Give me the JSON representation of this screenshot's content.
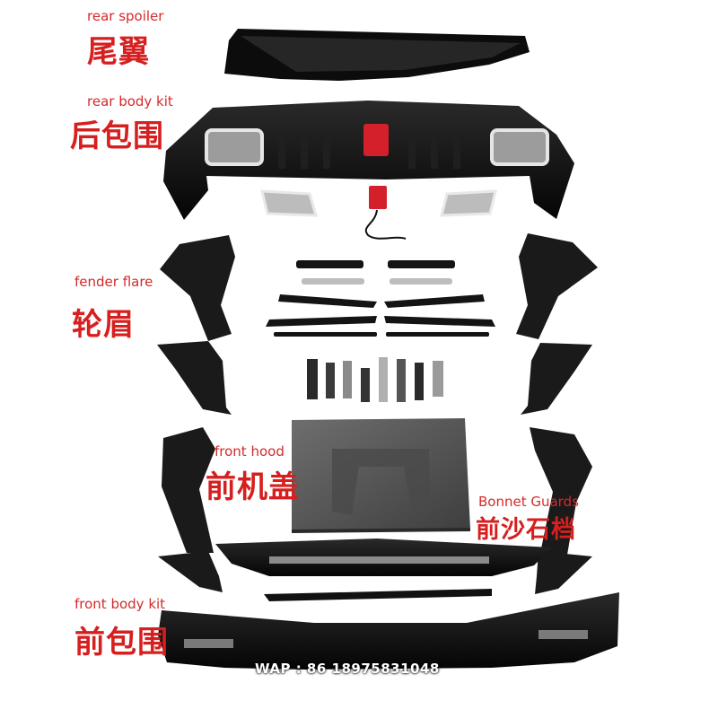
{
  "labels": {
    "rear_spoiler": {
      "en": "rear spoiler",
      "cn": "尾翼"
    },
    "rear_body_kit": {
      "en": "rear body kit",
      "cn": "后包围"
    },
    "fender_flare": {
      "en": "fender flare",
      "cn": "轮眉"
    },
    "front_hood": {
      "en": "front hood",
      "cn": "前机盖"
    },
    "bonnet_guards": {
      "en": "Bonnet Guards",
      "cn": "前沙石档"
    },
    "front_body_kit": {
      "en": "front body kit",
      "cn": "前包围"
    }
  },
  "watermark": "WAP : 86 18975831048",
  "colors": {
    "label_red": "#d42a2a",
    "part_black": "#111111",
    "chrome": "#c9c9c9",
    "tail_light": "#d3202a",
    "hood_gray": "#5a5a5a"
  }
}
